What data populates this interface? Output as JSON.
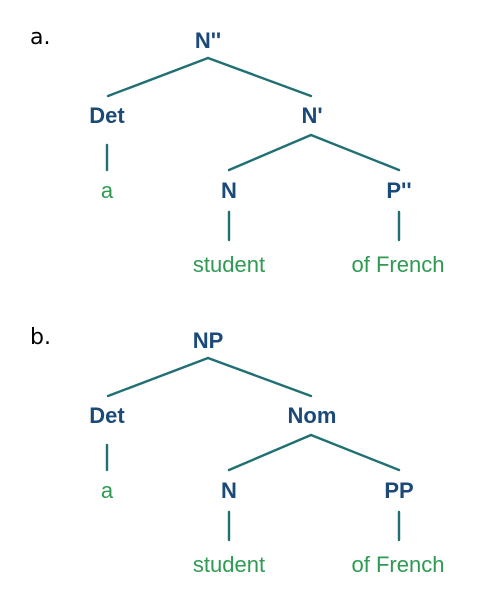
{
  "colors": {
    "category": "#1b4a78",
    "word": "#2e9a52",
    "edge": "#1f6f73"
  },
  "tree_a": {
    "label": "a.",
    "root": "N''",
    "det": "Det",
    "det_word": "a",
    "nbar": "N'",
    "noun": "N",
    "noun_word": "student",
    "pp": "P''",
    "pp_words": "of French"
  },
  "tree_b": {
    "label": "b.",
    "root": "NP",
    "det": "Det",
    "det_word": "a",
    "nom": "Nom",
    "noun": "N",
    "noun_word": "student",
    "pp": "PP",
    "pp_words": "of French"
  }
}
